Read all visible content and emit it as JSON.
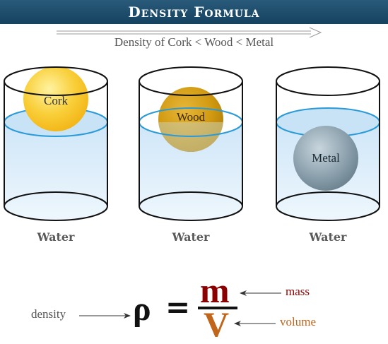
{
  "header": {
    "title": "Density Formula"
  },
  "subtitle": "Density of Cork < Wood < Metal",
  "beakers": [
    {
      "label": "Water",
      "ball_label": "Cork"
    },
    {
      "label": "Water",
      "ball_label": "Wood"
    },
    {
      "label": "Water",
      "ball_label": "Metal"
    }
  ],
  "formula": {
    "symbol": "ρ",
    "equals": "=",
    "numerator": "m",
    "denominator": "V",
    "density_label": "density",
    "mass_label": "mass",
    "volume_label": "volume"
  },
  "colors": {
    "banner": "#1b4a6b",
    "water_line": "#2a9ad8",
    "water_fill": "#d8ecfa",
    "cork": "#f7c631",
    "wood": "#d6a10f",
    "metal": "#7f96a3",
    "mass": "#8b0000",
    "volume": "#c0651a"
  }
}
